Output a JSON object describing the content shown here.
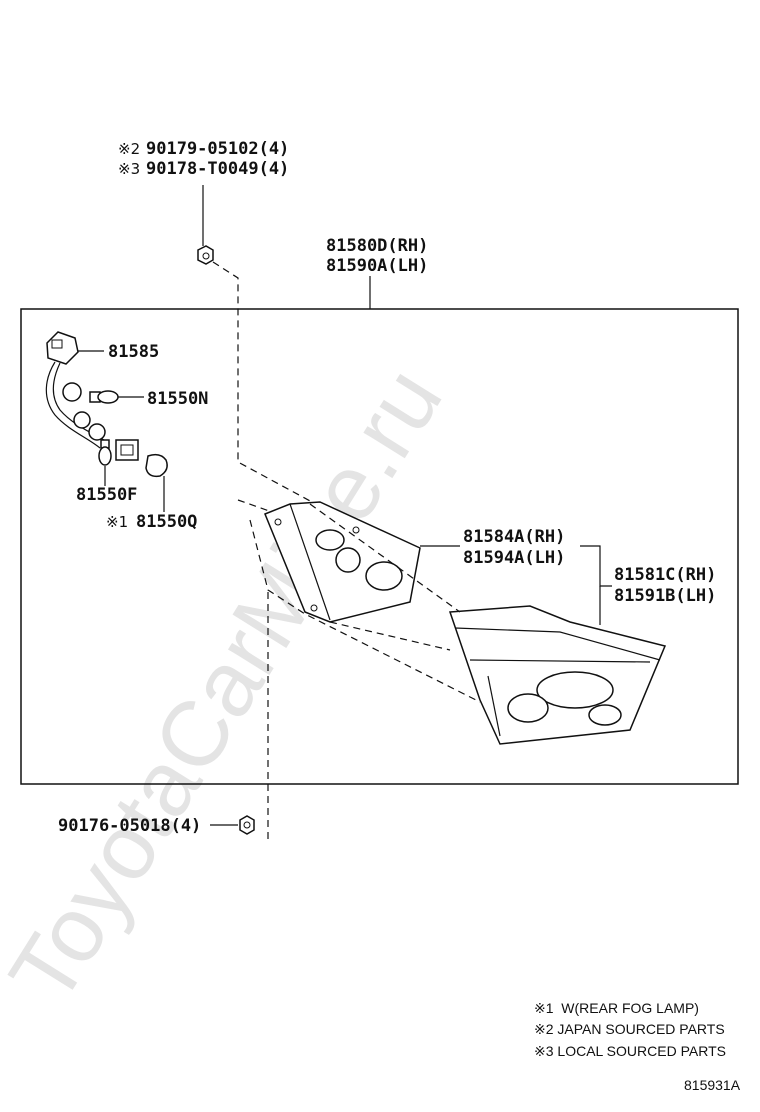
{
  "watermark": "ToyotaCarMine.ru",
  "callouts": {
    "c1": {
      "sym": "※2",
      "text": "90179-05102(4)"
    },
    "c2": {
      "sym": "※3",
      "text": "90178-T0049(4)"
    },
    "c3": {
      "text": "81580D(RH)"
    },
    "c4": {
      "text": "81590A(LH)"
    },
    "c5": {
      "text": "81585"
    },
    "c6": {
      "text": "81550N"
    },
    "c7": {
      "text": "81550F"
    },
    "c8": {
      "sym": "※1",
      "text": "81550Q"
    },
    "c9": {
      "text": "81584A(RH)"
    },
    "c10": {
      "text": "81594A(LH)"
    },
    "c11": {
      "text": "81581C(RH)"
    },
    "c12": {
      "text": "81591B(LH)"
    },
    "c13": {
      "text": "90176-05018(4)"
    }
  },
  "legend": [
    "※1  W(REAR FOG LAMP)",
    "※2 JAPAN SOURCED PARTS",
    "※3 LOCAL SOURCED PARTS"
  ],
  "figure_id": "815931A"
}
